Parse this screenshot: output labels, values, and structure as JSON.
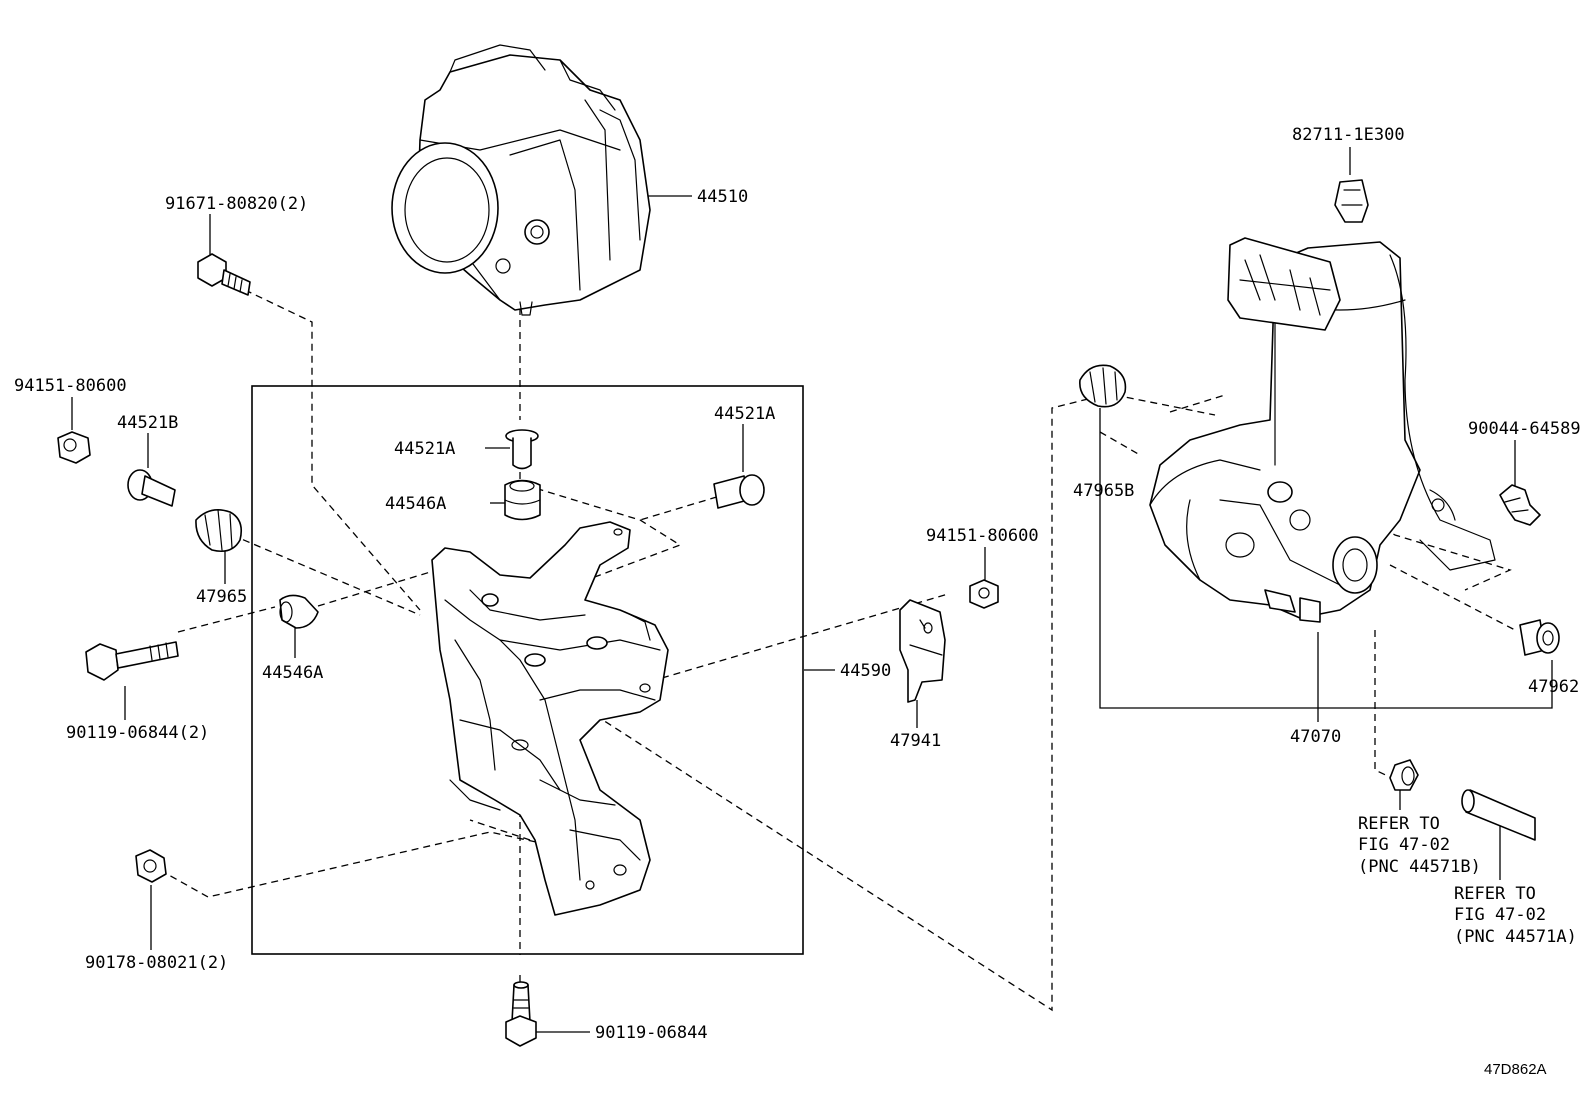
{
  "labels": {
    "p44510": "44510",
    "p91671": "91671-80820(2)",
    "p94151_left": "94151-80600",
    "p44521b": "44521B",
    "p44521a_inner": "44521A",
    "p44546a_inner": "44546A",
    "p44521a_right": "44521A",
    "p47965": "47965",
    "p44546a_left": "44546A",
    "p90119_2": "90119-06844(2)",
    "p90178": "90178-08021(2)",
    "p90119": "90119-06844",
    "p44590": "44590",
    "p94151_mid": "94151-80600",
    "p47941": "47941",
    "p82711": "82711-1E300",
    "p47965b": "47965B",
    "p90044": "90044-64589",
    "p47962": "47962",
    "p47070": "47070",
    "refer_b": [
      "REFER TO",
      "FIG 47-02",
      "(PNC 44571B)"
    ],
    "refer_a": [
      "REFER TO",
      "FIG 47-02",
      "(PNC 44571A)"
    ]
  },
  "figure_code": "47D862A",
  "colors": {
    "line": "#000000",
    "background": "#ffffff"
  }
}
